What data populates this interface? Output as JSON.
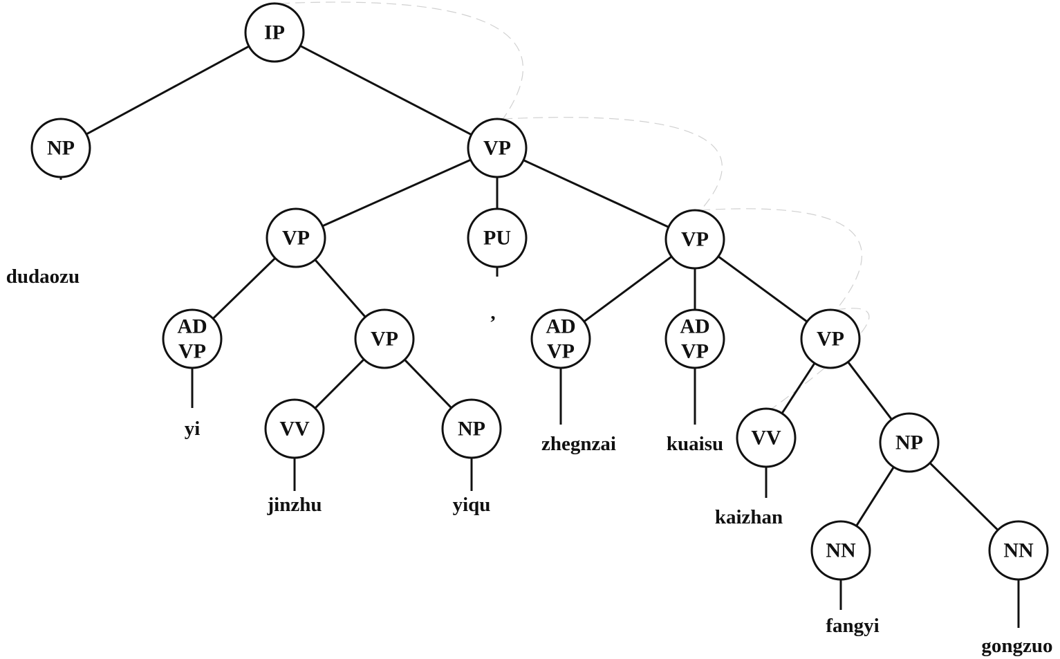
{
  "diagram": {
    "nodes": [
      {
        "id": "ip",
        "lines": [
          "IP"
        ]
      },
      {
        "id": "np1",
        "lines": [
          "NP"
        ]
      },
      {
        "id": "vp1",
        "lines": [
          "VP"
        ]
      },
      {
        "id": "vp2",
        "lines": [
          "VP"
        ]
      },
      {
        "id": "pu",
        "lines": [
          "PU"
        ]
      },
      {
        "id": "vp3",
        "lines": [
          "VP"
        ]
      },
      {
        "id": "advp1",
        "lines": [
          "AD",
          "VP"
        ]
      },
      {
        "id": "vp4",
        "lines": [
          "VP"
        ]
      },
      {
        "id": "advp2",
        "lines": [
          "AD",
          "VP"
        ]
      },
      {
        "id": "advp3",
        "lines": [
          "AD",
          "VP"
        ]
      },
      {
        "id": "vp5",
        "lines": [
          "VP"
        ]
      },
      {
        "id": "vv1",
        "lines": [
          "VV"
        ]
      },
      {
        "id": "np2",
        "lines": [
          "NP"
        ]
      },
      {
        "id": "vv2",
        "lines": [
          "VV"
        ]
      },
      {
        "id": "np3",
        "lines": [
          "NP"
        ]
      },
      {
        "id": "nn1",
        "lines": [
          "NN"
        ]
      },
      {
        "id": "nn2",
        "lines": [
          "NN"
        ]
      }
    ],
    "leaves": [
      {
        "id": "w-dudaozu",
        "parent": "np1",
        "text": "dudaozu"
      },
      {
        "id": "w-comma",
        "parent": "pu",
        "text": ","
      },
      {
        "id": "w-yi",
        "parent": "advp1",
        "text": "yi"
      },
      {
        "id": "w-jinzhu",
        "parent": "vv1",
        "text": "jinzhu"
      },
      {
        "id": "w-yiqu",
        "parent": "np2",
        "text": "yiqu"
      },
      {
        "id": "w-zhegnzai",
        "parent": "advp2",
        "text": "zhegnzai"
      },
      {
        "id": "w-kuaisu",
        "parent": "advp3",
        "text": "kuaisu"
      },
      {
        "id": "w-kaizhan",
        "parent": "vv2",
        "text": "kaizhan"
      },
      {
        "id": "w-fangyi",
        "parent": "nn1",
        "text": "fangyi"
      },
      {
        "id": "w-gongzuo",
        "parent": "nn2",
        "text": "gongzuo"
      }
    ],
    "edges": [
      [
        "ip",
        "np1"
      ],
      [
        "ip",
        "vp1"
      ],
      [
        "vp1",
        "vp2"
      ],
      [
        "vp1",
        "pu"
      ],
      [
        "vp1",
        "vp3"
      ],
      [
        "vp2",
        "advp1"
      ],
      [
        "vp2",
        "vp4"
      ],
      [
        "vp4",
        "vv1"
      ],
      [
        "vp4",
        "np2"
      ],
      [
        "vp3",
        "advp2"
      ],
      [
        "vp3",
        "advp3"
      ],
      [
        "vp3",
        "vp5"
      ],
      [
        "vp5",
        "vv2"
      ],
      [
        "vp5",
        "np3"
      ],
      [
        "np3",
        "nn1"
      ],
      [
        "np3",
        "nn2"
      ]
    ],
    "head_path": [
      "ip",
      "vp1",
      "vp3",
      "vp5",
      "vv2"
    ]
  }
}
